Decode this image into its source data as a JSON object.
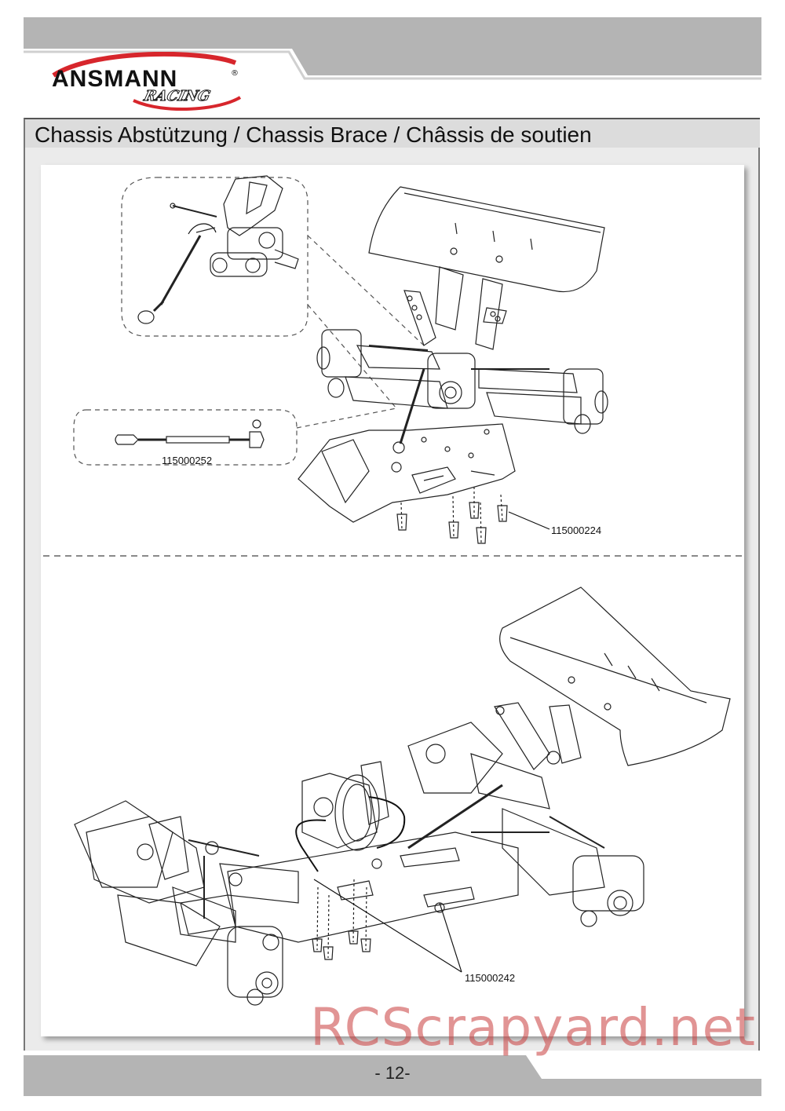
{
  "header": {
    "brand_name": "ANSMANN",
    "brand_sub": "RACING",
    "brand_mark": "®",
    "accent_color": "#d7262c",
    "bar_color": "#b4b4b4"
  },
  "section": {
    "title": "Chassis Abstützung / Chassis Brace /  Châssis de soutien"
  },
  "parts": {
    "turnbuckle": "115000252",
    "screws_top": "115000224",
    "screws_bottom": "115000242"
  },
  "footer": {
    "page_number": "- 12-"
  },
  "watermark": {
    "text": "RCScrapyard.net"
  }
}
